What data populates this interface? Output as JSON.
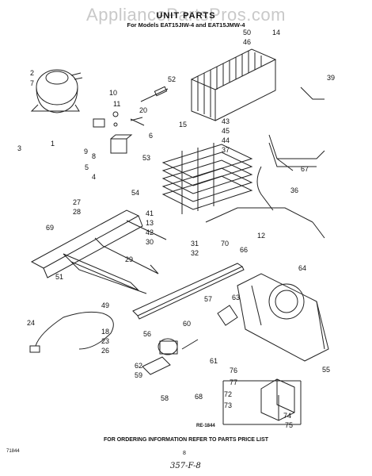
{
  "watermark": "AppliancePartsPros.com",
  "title": "UNIT PARTS",
  "subtitle": "For Models EAT15JIW-4 and EAT15JMW-4",
  "callouts": [
    {
      "n": "2"
    },
    {
      "n": "7"
    },
    {
      "n": "3"
    },
    {
      "n": "1"
    },
    {
      "n": "10"
    },
    {
      "n": "11"
    },
    {
      "n": "9"
    },
    {
      "n": "8"
    },
    {
      "n": "5"
    },
    {
      "n": "4"
    },
    {
      "n": "6"
    },
    {
      "n": "52"
    },
    {
      "n": "20"
    },
    {
      "n": "15"
    },
    {
      "n": "50"
    },
    {
      "n": "46"
    },
    {
      "n": "14"
    },
    {
      "n": "39"
    },
    {
      "n": "43"
    },
    {
      "n": "45"
    },
    {
      "n": "44"
    },
    {
      "n": "37"
    },
    {
      "n": "67"
    },
    {
      "n": "53"
    },
    {
      "n": "54"
    },
    {
      "n": "27"
    },
    {
      "n": "28"
    },
    {
      "n": "69"
    },
    {
      "n": "41"
    },
    {
      "n": "13"
    },
    {
      "n": "42"
    },
    {
      "n": "30"
    },
    {
      "n": "36"
    },
    {
      "n": "12"
    },
    {
      "n": "29"
    },
    {
      "n": "31"
    },
    {
      "n": "32"
    },
    {
      "n": "70"
    },
    {
      "n": "66"
    },
    {
      "n": "64"
    },
    {
      "n": "51"
    },
    {
      "n": "49"
    },
    {
      "n": "57"
    },
    {
      "n": "63"
    },
    {
      "n": "60"
    },
    {
      "n": "24"
    },
    {
      "n": "18"
    },
    {
      "n": "23"
    },
    {
      "n": "26"
    },
    {
      "n": "56"
    },
    {
      "n": "61"
    },
    {
      "n": "62"
    },
    {
      "n": "59"
    },
    {
      "n": "58"
    },
    {
      "n": "55"
    },
    {
      "n": "76"
    },
    {
      "n": "77"
    },
    {
      "n": "72"
    },
    {
      "n": "73"
    },
    {
      "n": "74"
    },
    {
      "n": "75"
    },
    {
      "n": "68"
    }
  ],
  "drawing_code": "RE-1844",
  "footer": "FOR ORDERING INFORMATION REFER TO PARTS PRICE LIST",
  "page_number": "8",
  "left_id": "71844",
  "handwritten": "357-F-8"
}
